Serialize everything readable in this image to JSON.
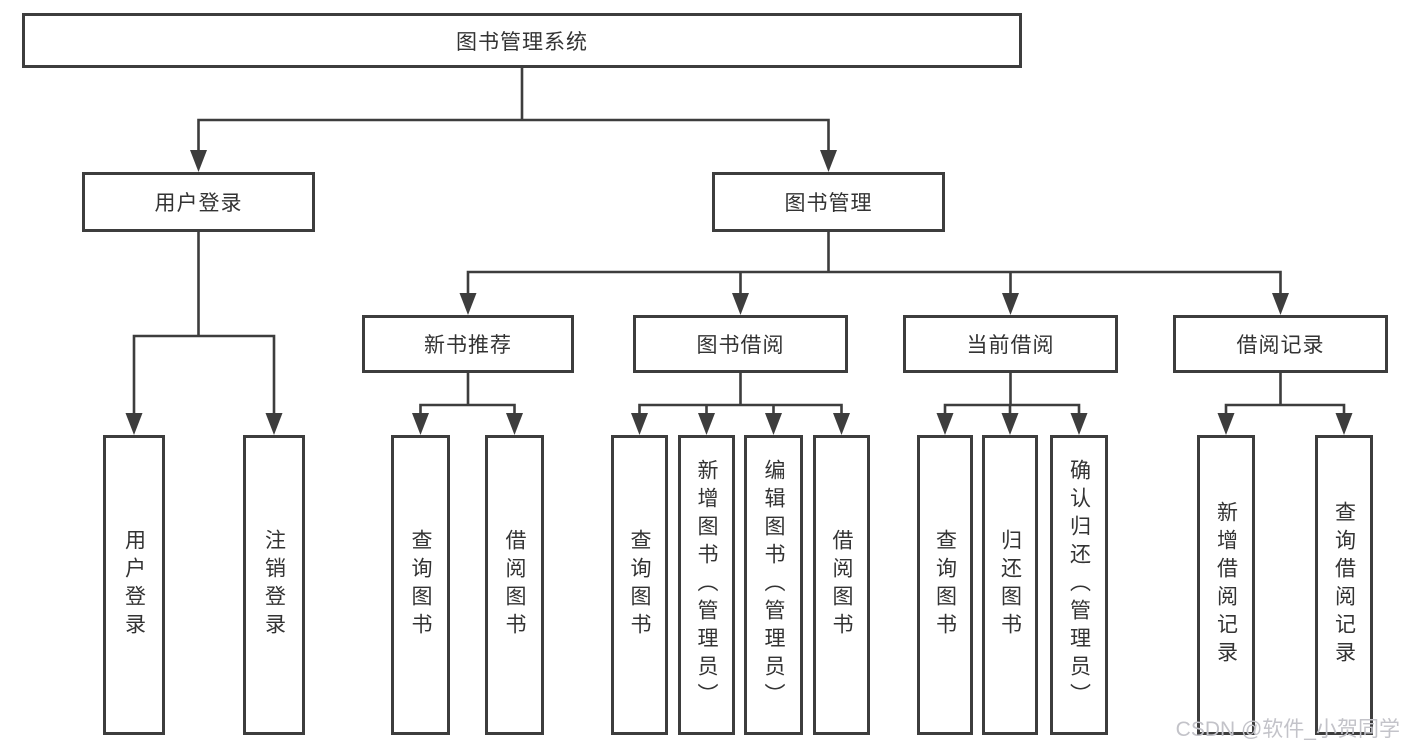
{
  "diagram": {
    "root": {
      "label": "图书管理系统"
    },
    "level2": {
      "user_login": {
        "label": "用户登录"
      },
      "book_management": {
        "label": "图书管理"
      }
    },
    "level3": {
      "new_book_recommend": {
        "label": "新书推荐"
      },
      "book_borrow": {
        "label": "图书借阅"
      },
      "current_borrow": {
        "label": "当前借阅"
      },
      "borrow_records": {
        "label": "借阅记录"
      }
    },
    "level4": {
      "user_login": [
        {
          "label": "用户登录"
        },
        {
          "label": "注销登录"
        }
      ],
      "new_book_recommend": [
        {
          "label": "查询图书"
        },
        {
          "label": "借阅图书"
        }
      ],
      "book_borrow": [
        {
          "label": "查询图书"
        },
        {
          "label": "新增图书（管理员）"
        },
        {
          "label": "编辑图书（管理员）"
        },
        {
          "label": "借阅图书"
        }
      ],
      "current_borrow": [
        {
          "label": "查询图书"
        },
        {
          "label": "归还图书"
        },
        {
          "label": "确认归还（管理员）"
        }
      ],
      "borrow_records": [
        {
          "label": "新增借阅记录"
        },
        {
          "label": "查询借阅记录"
        }
      ]
    }
  },
  "watermark": {
    "text": "CSDN @软件_小贺同学"
  },
  "colors": {
    "line": "#3d3d3d",
    "text": "#333333",
    "watermark": "#c3c3c9",
    "background": "#ffffff"
  }
}
